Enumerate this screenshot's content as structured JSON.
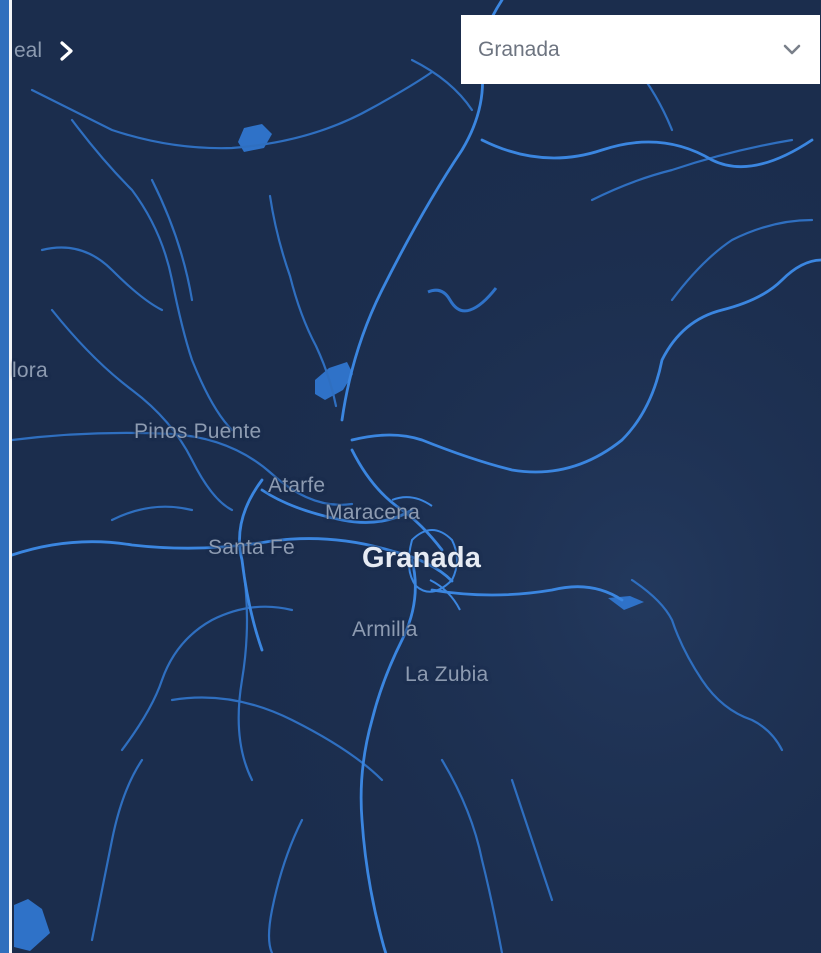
{
  "map": {
    "colors": {
      "background": "#1b2d4d",
      "road": "#3b82dd",
      "water": "#3b82dd",
      "label": "#8d9bb1",
      "major_label": "#e6ebf3"
    },
    "places": [
      {
        "id": "granada",
        "label": "Granada",
        "major": true
      },
      {
        "id": "pinos-puente",
        "label": "Pinos Puente",
        "major": false
      },
      {
        "id": "atarfe",
        "label": "Atarfe",
        "major": false
      },
      {
        "id": "maracena",
        "label": "Maracena",
        "major": false
      },
      {
        "id": "santa-fe",
        "label": "Santa Fe",
        "major": false
      },
      {
        "id": "armilla",
        "label": "Armilla",
        "major": false
      },
      {
        "id": "la-zubia",
        "label": "La Zubia",
        "major": false
      },
      {
        "id": "partial-lora",
        "label": "lora",
        "major": false
      }
    ]
  },
  "nav": {
    "prev_label": "eal",
    "chevron_icon": "chevron-right-icon"
  },
  "city_select": {
    "value": "Granada",
    "icon": "chevron-down-icon"
  }
}
